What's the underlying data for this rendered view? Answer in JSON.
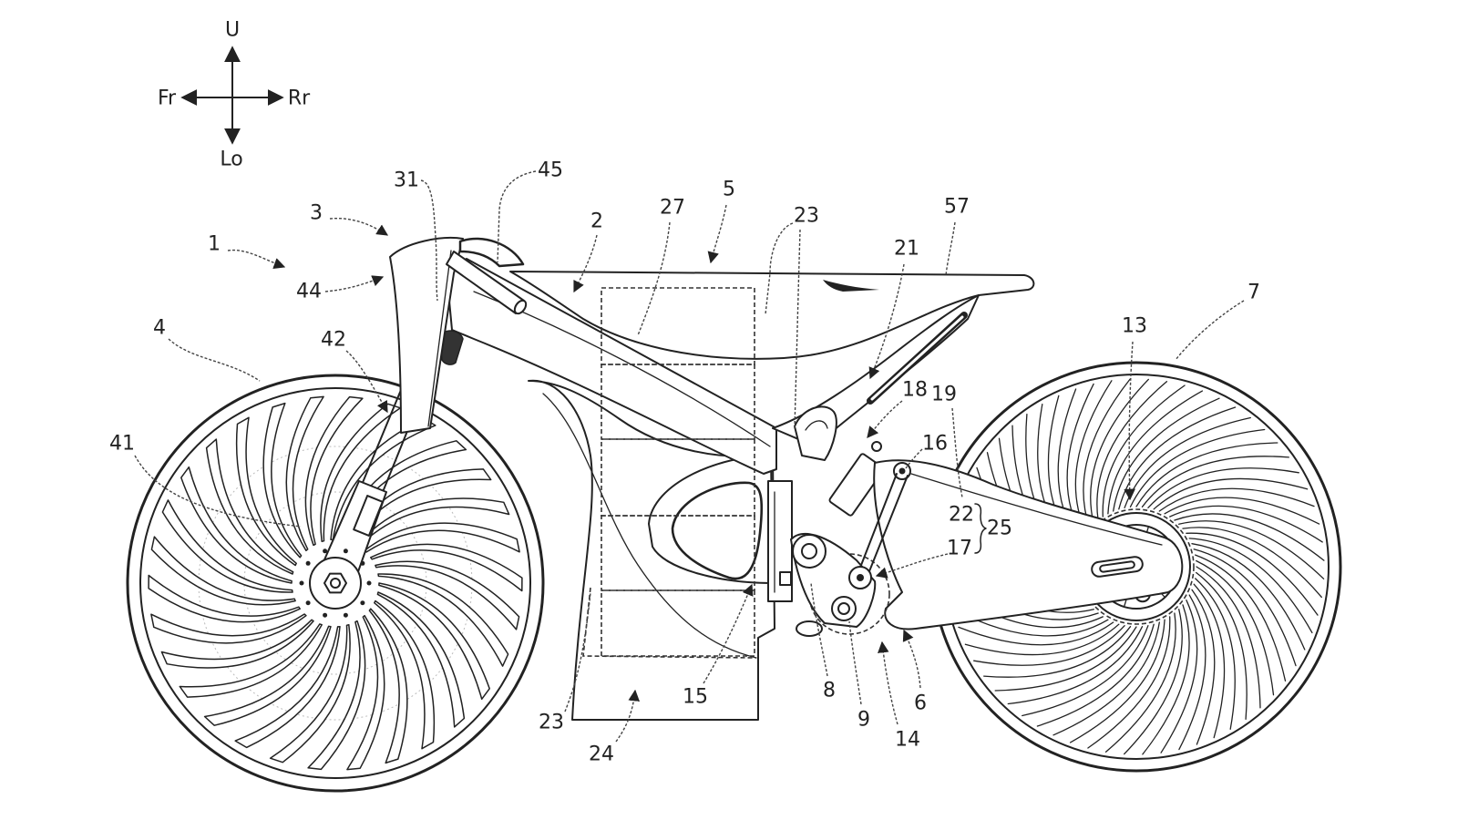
{
  "figure": {
    "directions": {
      "up": "U",
      "front": "Fr",
      "rear": "Rr",
      "low": "Lo"
    },
    "reference_numerals": [
      "1",
      "3",
      "31",
      "45",
      "44",
      "2",
      "27",
      "5",
      "23",
      "57",
      "21",
      "7",
      "13",
      "4",
      "42",
      "41",
      "18",
      "19",
      "16",
      "22",
      "25",
      "17",
      "23",
      "24",
      "15",
      "8",
      "9",
      "14",
      "6"
    ],
    "colors": {
      "line": "#222222",
      "background": "#ffffff"
    }
  }
}
